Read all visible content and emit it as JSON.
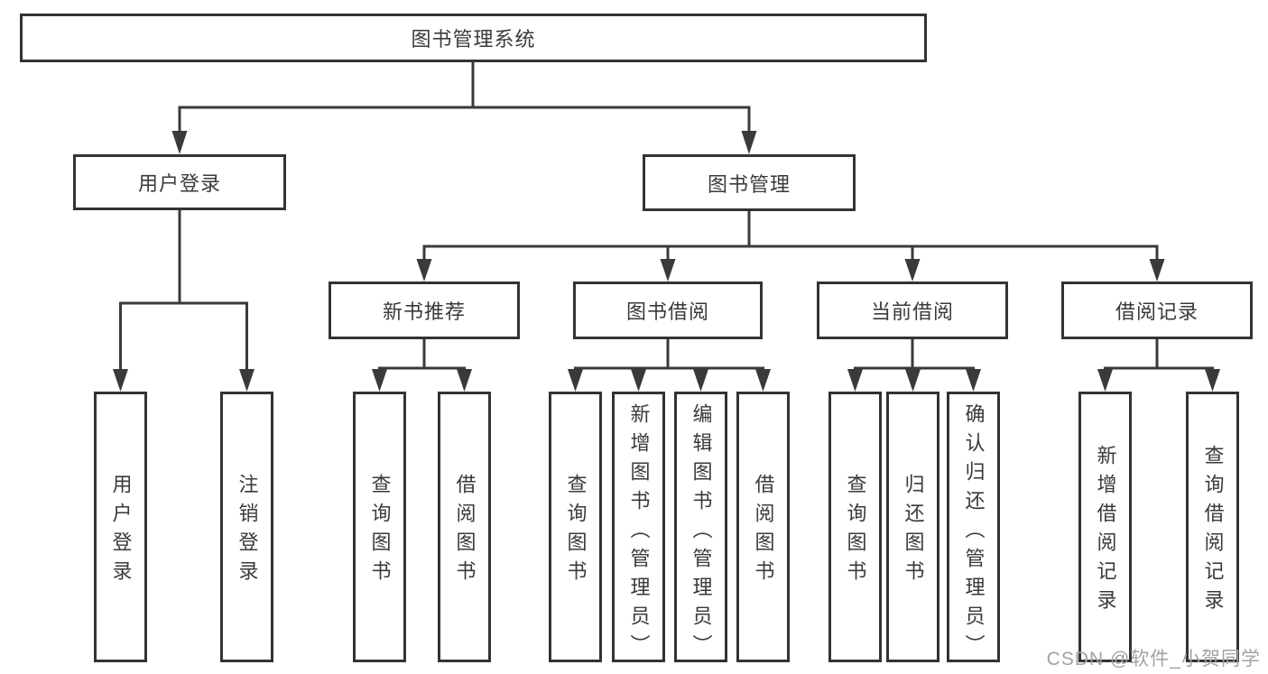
{
  "root": {
    "label": "图书管理系统"
  },
  "level2": {
    "userLogin": {
      "label": "用户登录",
      "children": {
        "login": {
          "label": "用户登录"
        },
        "logout": {
          "label": "注销登录"
        }
      }
    },
    "bookMgmt": {
      "label": "图书管理",
      "children": {
        "newBookRecommend": {
          "label": "新书推荐",
          "children": {
            "queryBook": {
              "label": "查询图书"
            },
            "borrowBook": {
              "label": "借阅图书"
            }
          }
        },
        "bookBorrow": {
          "label": "图书借阅",
          "children": {
            "queryBook": {
              "label": "查询图书"
            },
            "addBook": {
              "label": "新增图书（管理员）"
            },
            "editBook": {
              "label": "编辑图书（管理员）"
            },
            "borrowBook": {
              "label": "借阅图书"
            }
          }
        },
        "currentBorrow": {
          "label": "当前借阅",
          "children": {
            "queryBook": {
              "label": "查询图书"
            },
            "returnBook": {
              "label": "归还图书"
            },
            "confirmReturn": {
              "label": "确认归还（管理员）"
            }
          }
        },
        "borrowRecord": {
          "label": "借阅记录",
          "children": {
            "addRecord": {
              "label": "新增借阅记录"
            },
            "queryRecord": {
              "label": "查询借阅记录"
            }
          }
        }
      }
    }
  },
  "watermark": {
    "text": "CSDN @软件_小贺同学"
  },
  "colors": {
    "line": "#3a3a3a",
    "border": "#333333",
    "text": "#3a3a3a",
    "background": "#ffffff",
    "watermark": "#a2a2a6"
  }
}
